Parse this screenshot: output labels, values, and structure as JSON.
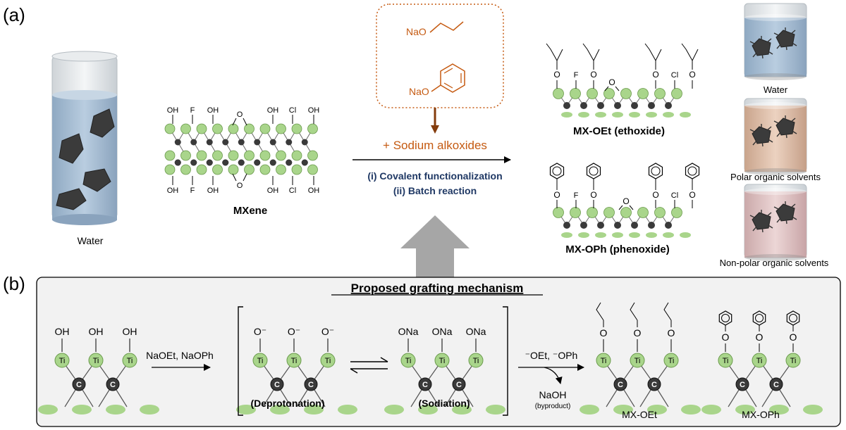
{
  "panel_a": {
    "label": "(a)",
    "water_beaker_label": "Water",
    "mxene_label": "MXene",
    "mxene_top_groups": [
      "OH",
      "F",
      "OH",
      "O",
      "OH",
      "Cl",
      "OH"
    ],
    "mxene_bottom_groups": [
      "OH",
      "F",
      "OH",
      "O",
      "OH",
      "Cl",
      "OH"
    ],
    "reagents": {
      "naoet": "NaO",
      "naoph": "NaO"
    },
    "reaction_plus": "+ Sodium alkoxides",
    "reaction_step1": "(i) Covalent functionalization",
    "reaction_step2": "(ii) Batch reaction",
    "mx_oet_label": "MX-OEt (ethoxide)",
    "mx_oph_label": "MX-OPh (phenoxide)",
    "mx_oet_groups": [
      "O",
      "F",
      "O",
      "O",
      "O",
      "Cl",
      "O"
    ],
    "mx_oph_groups": [
      "O",
      "F",
      "O",
      "O",
      "O",
      "Cl",
      "O"
    ],
    "solvents": [
      "Water",
      "Polar organic solvents",
      "Non-polar organic solvents"
    ]
  },
  "panel_b": {
    "label": "(b)",
    "title": "Proposed grafting mechanism",
    "oh": "OH",
    "ti": "Ti",
    "c": "C",
    "o_minus": "O⁻",
    "ona": "ONa",
    "o": "O",
    "reagent": "NaOEt, NaOPh",
    "deprotonation": "(Deprotonation)",
    "sodiation": "(Sodiation)",
    "nucleophile": "⁻OEt, ⁻OPh",
    "naoh": "NaOH",
    "byproduct": "(byproduct)",
    "mx_oet": "MX-OEt",
    "mx_oph": "MX-OPh"
  },
  "colors": {
    "green_atom": "#a9d58b",
    "dark_atom": "#3a3a3a",
    "orange": "#c55a11",
    "navy": "#1f3864",
    "brown_arrow": "#843c0c",
    "gray_arrow": "#a6a6a6",
    "panel_bg": "#f2f2f2"
  }
}
